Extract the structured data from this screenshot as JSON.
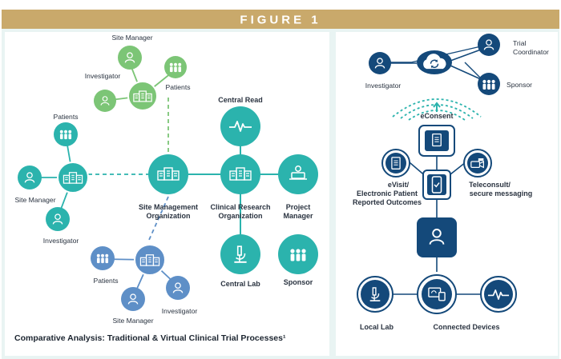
{
  "title": "FIGURE 1",
  "top_right_caption": "",
  "caption": "Comparative Analysis: Traditional & Virtual Clinical Trial Processes¹",
  "colors": {
    "banner": "#c9a96b",
    "teal": "#2bb3ad",
    "green": "#7cc576",
    "blue": "#5e8fc7",
    "navy": "#14497a",
    "panel": "#e9f4f3",
    "ink": "#2a3340"
  },
  "traditional": {
    "central_read": "Central Read",
    "cro": [
      "Clinical Research",
      "Organization"
    ],
    "smo": [
      "Site Management",
      "Organization"
    ],
    "project_manager": [
      "Project",
      "Manager"
    ],
    "central_lab": "Central Lab",
    "sponsor": "Sponsor",
    "top_site": {
      "site_manager": "Site Manager",
      "investigator": "Investigator",
      "patients": "Patients"
    },
    "left_site": {
      "patients": "Patients",
      "site_manager": "Site Manager",
      "investigator": "Investigator"
    },
    "bottom_site": {
      "patients": "Patients",
      "site_manager": "Site Manager",
      "investigator": "Investigator"
    }
  },
  "virtual": {
    "investigator": "Investigator",
    "trial_coordinator": [
      "Trial",
      "Coordinator"
    ],
    "sponsor": "Sponsor",
    "econsent": "eConsent",
    "evisit": [
      "eVisit/",
      "Electronic Patient",
      "Reported Outcomes"
    ],
    "teleconsult": [
      "Teleconsult/",
      "secure messaging"
    ],
    "local_lab": "Local Lab",
    "connected_devices": "Connected Devices"
  }
}
